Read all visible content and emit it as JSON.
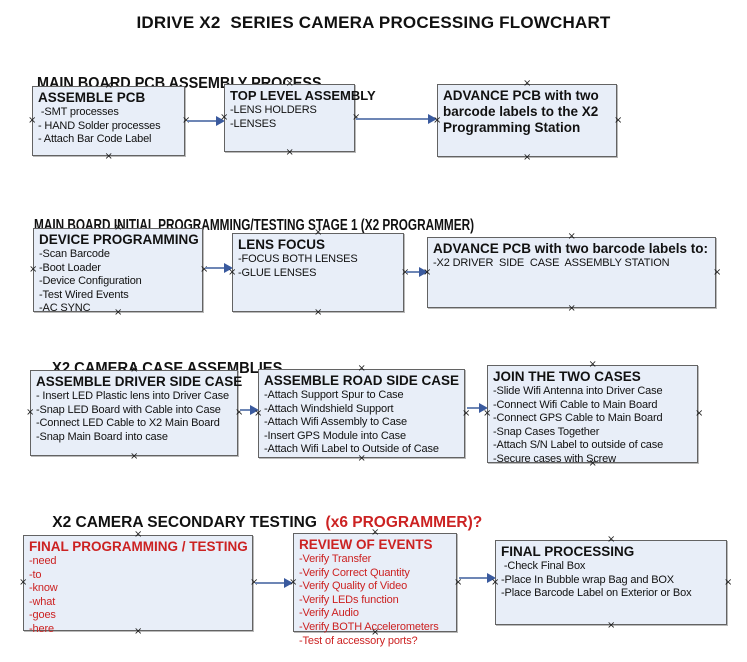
{
  "title": "IDRIVE X2  SERIES CAMERA PROCESSING FLOWCHART",
  "colors": {
    "accent_red": "#cc2222",
    "box_fill": "#e8eef8",
    "box_border": "#636363",
    "arrow_line": "#6d86b5",
    "arrow_head": "#3a5a9e",
    "text": "#111111"
  },
  "sections": [
    {
      "heading": "MAIN BOARD PCB ASSEMBLY PROCESS",
      "boxes": [
        {
          "title": "ASSEMBLE PCB",
          "items": [
            " -SMT processes",
            "- HAND Solder processes",
            "- Attach Bar Code Label"
          ]
        },
        {
          "title": "TOP LEVEL ASSEMBLY",
          "items": [
            "-LENS HOLDERS",
            "-LENSES"
          ]
        },
        {
          "title": "ADVANCE PCB with two barcode labels to the  X2 Programming Station",
          "items": []
        }
      ]
    },
    {
      "heading": "MAIN BOARD INITIAL PROGRAMMING/TESTING STAGE 1 (X2 PROGRAMMER)",
      "boxes": [
        {
          "title": "DEVICE PROGRAMMING",
          "items": [
            "-Scan Barcode",
            "-Boot Loader",
            "-Device Configuration",
            "-Test Wired Events",
            "-AC SYNC"
          ]
        },
        {
          "title": "LENS FOCUS",
          "items": [
            "-FOCUS BOTH LENSES",
            "-GLUE LENSES"
          ]
        },
        {
          "title": "ADVANCE PCB with two barcode labels to:",
          "items": [
            "-X2 DRIVER  SIDE  CASE  ASSEMBLY STATION"
          ]
        }
      ]
    },
    {
      "heading": "X2 CAMERA CASE ASSEMBLIES",
      "boxes": [
        {
          "title": "ASSEMBLE DRIVER SIDE CASE",
          "items": [
            "- Insert LED Plastic lens into Driver Case",
            "-Snap LED Board with Cable into Case",
            "-Connect LED Cable to X2 Main Board",
            "-Snap Main Board into case"
          ]
        },
        {
          "title": "ASSEMBLE ROAD SIDE CASE",
          "items": [
            "-Attach Support Spur to Case",
            "-Attach Windshield Support",
            "-Attach Wifi Assembly to Case",
            "-Insert GPS Module into Case",
            "-Attach Wifi Label to Outside of Case"
          ]
        },
        {
          "title": "JOIN THE TWO CASES",
          "items": [
            "-Slide Wifi Antenna into Driver Case",
            "-Connect Wifi Cable to Main Board",
            "-Connect GPS Cable to Main Board",
            "-Snap Cases Together",
            "-Attach S/N Label to outside of case",
            "-Secure cases with Screw"
          ]
        }
      ]
    },
    {
      "heading": "X2 CAMERA SECONDARY TESTING",
      "heading_red": "  (x6 PROGRAMMER)?",
      "boxes": [
        {
          "title": "FINAL PROGRAMMING / TESTING",
          "items": [
            "-need",
            "-to",
            "-know",
            "-what",
            "-goes",
            "-here"
          ]
        },
        {
          "title": "REVIEW OF EVENTS",
          "items": [
            "-Verify Transfer",
            "-Verify Correct Quantity",
            "-Verify Quality of Video",
            "-Verify LEDs function",
            "-Verify Audio",
            "-Verify BOTH Accelerometers",
            "-Test of accessory ports?"
          ]
        },
        {
          "title": "FINAL PROCESSING",
          "items": [
            " -Check Final Box",
            "-Place In Bubble wrap Bag and BOX",
            "-Place Barcode Label on Exterior or Box"
          ]
        }
      ]
    }
  ]
}
